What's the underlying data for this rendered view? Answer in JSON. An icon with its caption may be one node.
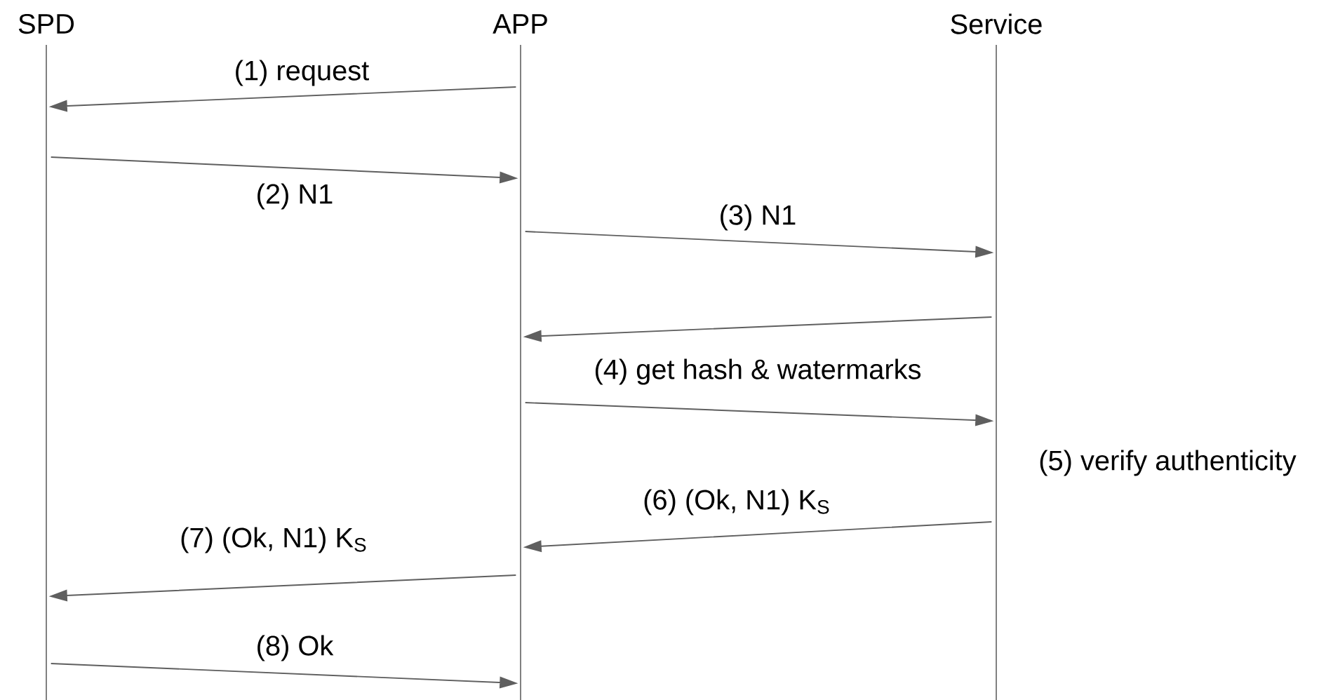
{
  "diagram": {
    "nodes": [
      {
        "text": [
          "SPD"
        ]
      },
      {
        "text": [
          "APP"
        ]
      },
      {
        "text": [
          "Service"
        ]
      }
    ],
    "edges": [
      {
        "from": 1,
        "to": 0,
        "arrow": "to",
        "label": "(1) request"
      },
      {
        "from": 0,
        "to": 1,
        "arrow": "to",
        "label": "(2) N1"
      },
      {
        "from": 1,
        "to": 2,
        "arrow": "to",
        "label": "(3) N1"
      },
      {
        "from": 2,
        "to": 1,
        "arrow": "to"
      },
      {
        "from": 1,
        "to": 2,
        "arrow": "to",
        "label": "(4) get hash & watermarks"
      },
      {
        "from": 2,
        "to": 1,
        "arrow": "to",
        "label": "(6) (Ok, N1) K$_{S}$"
      },
      {
        "from": 1,
        "to": 0,
        "arrow": "to",
        "label": "(7) (Ok, N1) K$_{S}$"
      },
      {
        "from": 0,
        "to": 1,
        "arrow": "to",
        "label": "(8) Ok"
      }
    ],
    "labels": [
      "(5) verify authenticity"
    ]
  }
}
